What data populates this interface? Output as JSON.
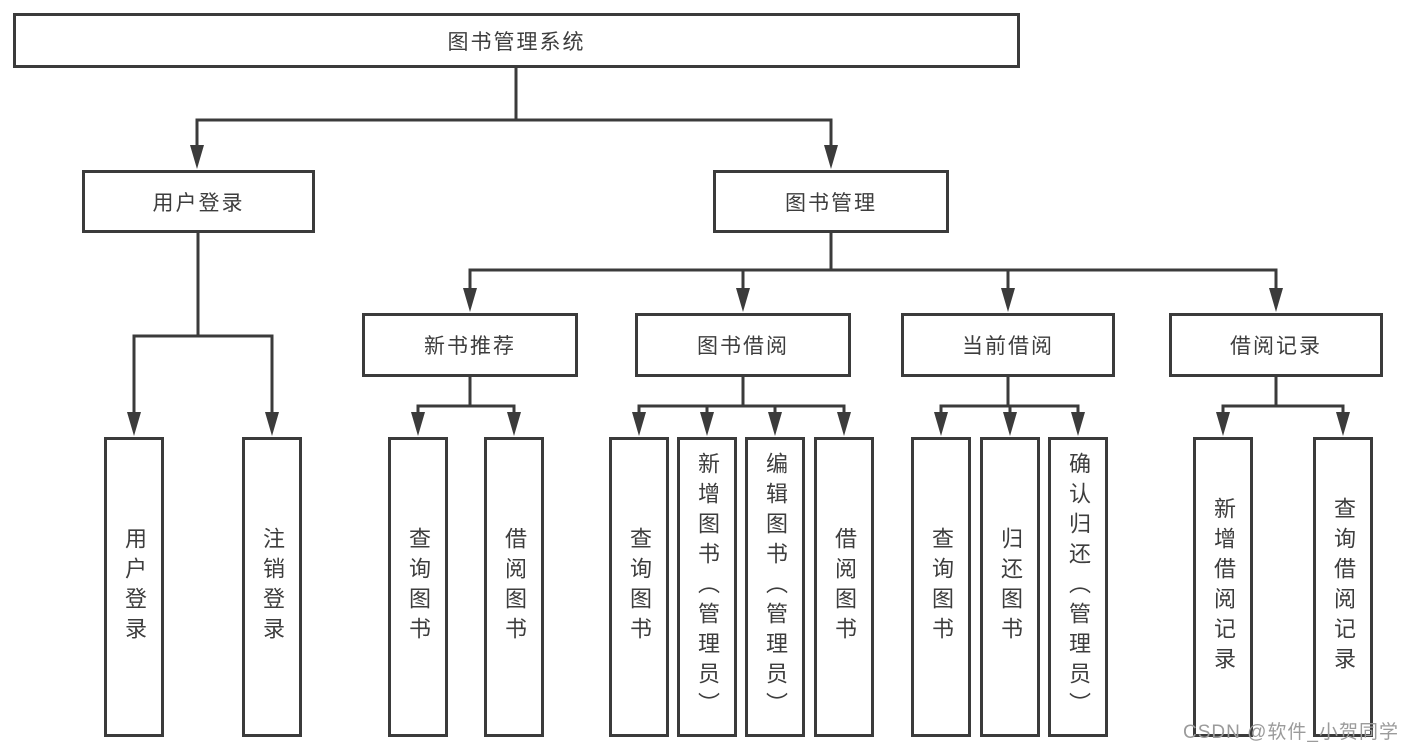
{
  "diagram_title": "图书管理系统",
  "tree": {
    "root": {
      "label": "图书管理系统",
      "children": [
        {
          "label": "用户登录",
          "children": [
            {
              "label": "用户登录"
            },
            {
              "label": "注销登录"
            }
          ]
        },
        {
          "label": "图书管理",
          "children": [
            {
              "label": "新书推荐",
              "children": [
                {
                  "label": "查询图书"
                },
                {
                  "label": "借阅图书"
                }
              ]
            },
            {
              "label": "图书借阅",
              "children": [
                {
                  "label": "查询图书"
                },
                {
                  "label": "新增图书（管理员）"
                },
                {
                  "label": "编辑图书（管理员）"
                },
                {
                  "label": "借阅图书"
                }
              ]
            },
            {
              "label": "当前借阅",
              "children": [
                {
                  "label": "查询图书"
                },
                {
                  "label": "归还图书"
                },
                {
                  "label": "确认归还（管理员）"
                }
              ]
            },
            {
              "label": "借阅记录",
              "children": [
                {
                  "label": "新增借阅记录"
                },
                {
                  "label": "查询借阅记录"
                }
              ]
            }
          ]
        }
      ]
    }
  },
  "watermark": "CSDN @软件_小贺同学",
  "colors": {
    "line": "#3b3b3b",
    "text": "#3d3d3d",
    "watermark": "#9b9b9b",
    "background": "#ffffff"
  }
}
